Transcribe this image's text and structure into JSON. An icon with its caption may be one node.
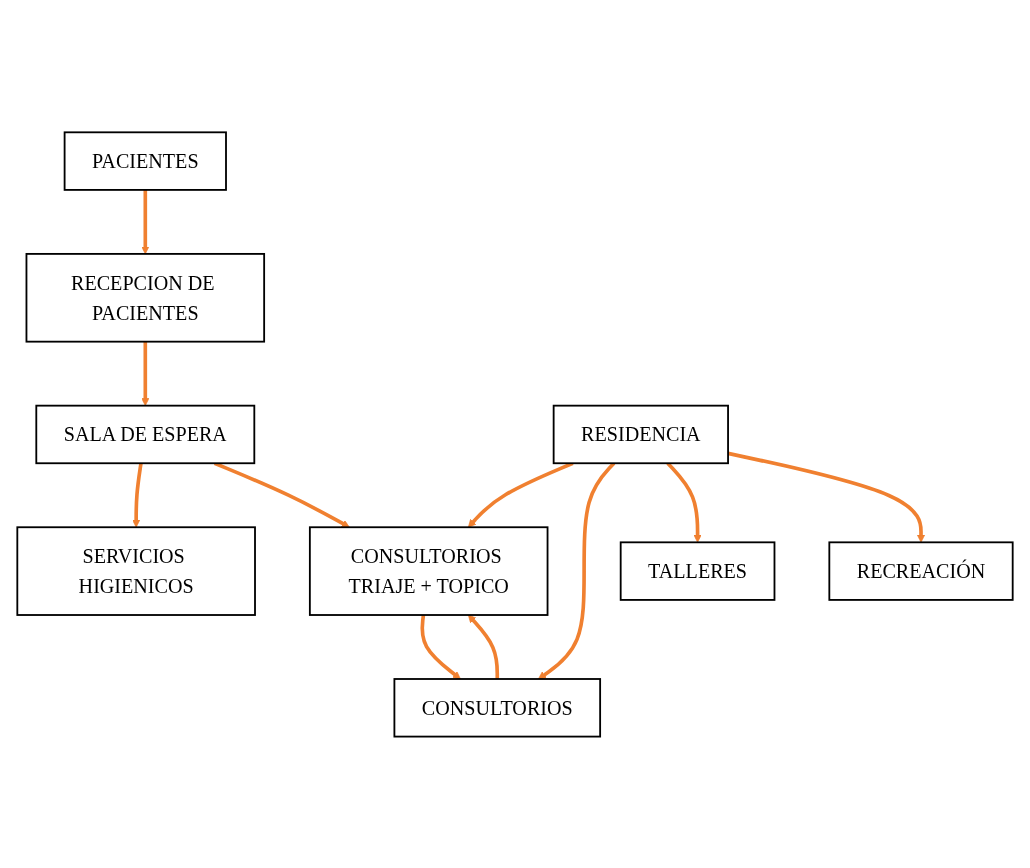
{
  "diagram": {
    "nodes": [
      {
        "text": [
          "PACIENTES"
        ]
      },
      {
        "text": [
          "RECEPCION DE PACIENTES"
        ]
      },
      {
        "text": [
          "SALA DE ESPERA"
        ]
      },
      {
        "text": [
          "SERVICIOS HIGIENICOS"
        ]
      },
      {
        "text": [
          "CONSULTORIOS TRIAJE + TOPICO"
        ]
      },
      {
        "text": [
          "CONSULTORIOS"
        ]
      },
      {
        "text": [
          "TALLERES"
        ]
      },
      {
        "text": [
          "RESIDENCIA"
        ]
      },
      {
        "text": [
          "RECREACIÓN"
        ]
      }
    ],
    "edges": [
      {
        "from": 0,
        "to": 1,
        "arrow": "to"
      },
      {
        "from": 1,
        "to": 2,
        "arrow": "to"
      },
      {
        "from": 2,
        "to": 3,
        "arrow": "to"
      },
      {
        "from": 2,
        "to": 4,
        "arrow": "to"
      },
      {
        "from": 5,
        "to": 4,
        "arrow": "to"
      },
      {
        "from": 4,
        "to": 5,
        "arrow": "to"
      },
      {
        "from": 7,
        "to": 4,
        "arrow": "to"
      },
      {
        "from": 7,
        "to": 5,
        "arrow": "to"
      },
      {
        "from": 7,
        "to": 6,
        "arrow": "to"
      },
      {
        "from": 7,
        "to": 8,
        "arrow": "to"
      }
    ]
  }
}
